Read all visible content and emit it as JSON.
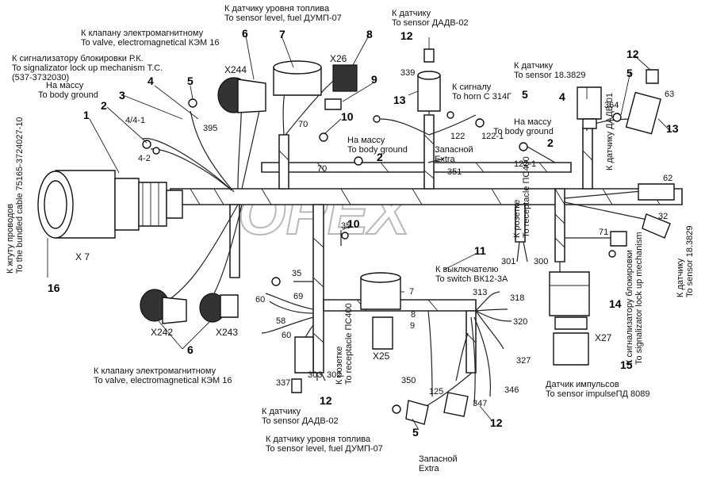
{
  "watermark": "OPEX",
  "labels": {
    "fuel_top_ru": "К датчику уровня топлива",
    "fuel_top_en": "To sensor level, fuel ДУМП-07",
    "dadv_top_ru": "К датчику",
    "dadv_top_en": "To sensor ДАДВ-02",
    "valve_top_ru": "К клапану электромагнитному",
    "valve_top_en": "To valve, electromagnetical КЭМ 16",
    "lock_top_ru": "К сигнализатору блокировки Р.К.",
    "lock_top_en": "To signalizator lock up mechanism Т.С.",
    "lock_top_code": "(537-3732030)",
    "ground1_ru": "На массу",
    "ground1_en": "To body ground",
    "horn_ru": "К сигналу",
    "horn_en": "To horn С 314Г",
    "ground2_ru": "На массу",
    "ground2_en": "To body ground",
    "ground3_ru": "На массу",
    "ground3_en": "To body ground",
    "spare1_ru": "Запасной",
    "spare1_en": "Extra",
    "s183829_ru": "К датчику",
    "s183829_en": "To sensor 18.3829",
    "dadv01_ru": "К датчику ДАДВ-01",
    "s183829_right_ru": "К датчику",
    "s183829_right_en": "To sensor 18.3829",
    "receptacle1_ru": "К розетке",
    "receptacle1_en": "To receptacle ПС400",
    "bundled_ru": "К жгуту проводов",
    "bundled_en": "To the bundled cable 75165-3724027-10",
    "switch_ru": "К выключателю",
    "switch_en": "To switch ВК12-3А",
    "lock_right_ru": "К сигнализатору блокировки",
    "lock_right_en": "To signalizator lock up mechanism",
    "valve_bottom_ru": "К клапану электромагнитному",
    "valve_bottom_en": "To valve, electromagnetical КЭМ 16",
    "receptacle2_ru": "К розетке",
    "receptacle2_en": "To receptacle ПС400",
    "impulse_ru": "Датчик импульсов",
    "impulse_en": "To sensor impulseПД 8089",
    "dadv_bottom_ru": "К датчику",
    "dadv_bottom_en": "To sensor ДАДВ-02",
    "fuel_bottom_ru": "К датчику уровня топлива",
    "fuel_bottom_en": "To sensor level, fuel ДУМП-07",
    "spare2_ru": "Запасной",
    "spare2_en": "Extra"
  },
  "connectors": {
    "x7": "X 7",
    "x244": "X244",
    "x26": "X26",
    "x242": "X242",
    "x243": "X243",
    "x25": "X25",
    "x27": "X27"
  },
  "callouts": {
    "c1": "1",
    "c2a": "2",
    "c2b": "2",
    "c2c": "2",
    "c3": "3",
    "c4a": "4",
    "c4b": "4",
    "c5a": "5",
    "c5b": "5",
    "c5c": "5",
    "c5d": "5",
    "c6a": "6",
    "c6b": "6",
    "c7": "7",
    "c8": "8",
    "c9": "9",
    "c10a": "10",
    "c10b": "10",
    "c11": "11",
    "c12a": "12",
    "c12b": "12",
    "c12c": "12",
    "c12d": "12",
    "c13a": "13",
    "c13b": "13",
    "c14": "14",
    "c15": "15",
    "c16": "16"
  },
  "wire_numbers": {
    "w339": "339",
    "w395": "395",
    "w70a": "70",
    "w70b": "70",
    "w41": "4/4-1",
    "w42": "4-2",
    "w122": "122",
    "w1221a": "122-1",
    "w1221b": "122-1",
    "w351": "351",
    "w364": "364",
    "w63": "63",
    "w62": "62",
    "w32": "32",
    "w71": "71",
    "w35a": "35",
    "w35b": "35",
    "w301": "301",
    "w300": "300",
    "w69": "69",
    "w60a": "60",
    "w60b": "60",
    "w58": "58",
    "w313": "313",
    "w318": "318",
    "w320": "320",
    "w7": "7",
    "w8": "8",
    "w9": "9",
    "w327": "327",
    "w346": "346",
    "w347": "347",
    "w350": "350",
    "w125": "125",
    "w337": "337",
    "w303": "303",
    "w302": "302"
  }
}
